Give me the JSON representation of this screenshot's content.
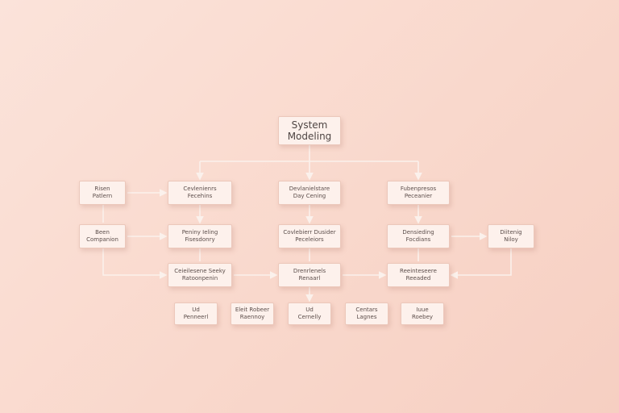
{
  "diagram": {
    "root": "System\nModeling",
    "nodes": {
      "left_a": "Risen\nPatlern",
      "left_b": "Been\nCompanion",
      "col1_a": "Cevlenienrs\nFecehins",
      "col1_b": "Peniny Ieling\nFisesdonry",
      "col1_c": "Ceieilesene Seeky\nRatoonpenin",
      "col2_a": "Devlanielstare\nDay Cening",
      "col2_b": "Covlebierr Dusider\nPeceleiors",
      "col2_c": "Drenrlenels\nRenaarl",
      "col3_a": "Fubenpresos\nPeceanier",
      "col3_b": "Densieding\nFocdians",
      "col3_c": "Reeinteseere\nReeaded",
      "right_a": "Diitenig\nNiloy",
      "bot_1": "Ud\nPenneerl",
      "bot_2": "Eleit Robeer\nRaennoy",
      "bot_3": "Ud\nCernelly",
      "bot_4": "Centars\nLagnes",
      "bot_5": "Iuue\nRoebey"
    },
    "colors": {
      "background": "#f9d8cc",
      "node_fill": "#fdf1ec",
      "node_border": "#ecc8bb",
      "connector": "#fbf1ec",
      "text": "#5c4e4b"
    }
  }
}
